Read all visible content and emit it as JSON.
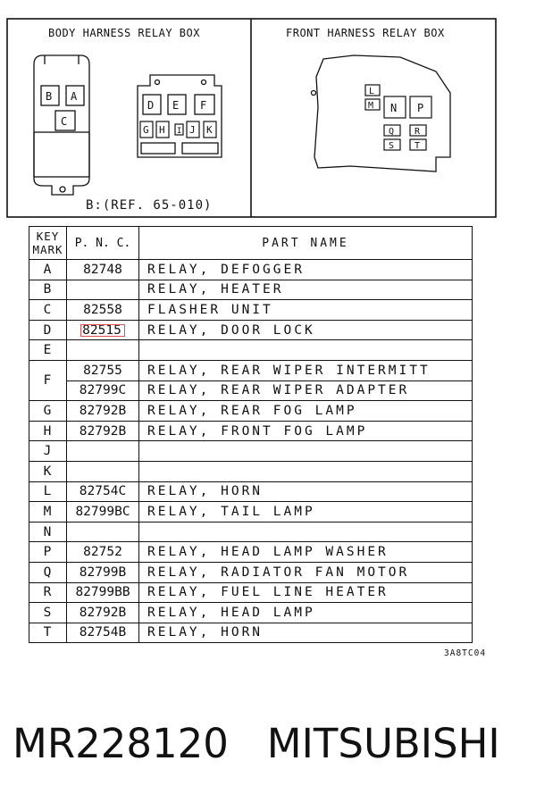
{
  "diagram": {
    "body_box_title": "BODY HARNESS RELAY BOX",
    "front_box_title": "FRONT HARNESS RELAY BOX",
    "reference": "B:(REF. 65-010)",
    "body_relay_labels": [
      "B",
      "A",
      "C"
    ],
    "body_relay_labels_upper": [
      "D",
      "E",
      "F"
    ],
    "body_relay_labels_lower": [
      "G",
      "H",
      "I",
      "J",
      "K"
    ],
    "front_relay_labels": [
      "L",
      "M",
      "N",
      "P",
      "Q",
      "R",
      "S",
      "T"
    ]
  },
  "table": {
    "header": {
      "key_line1": "KEY",
      "key_line2": "MARK",
      "pnc": "P. N. C.",
      "part_name": "PART NAME"
    },
    "rows": [
      {
        "key": "A",
        "pnc": "82748",
        "name": "RELAY, DEFOGGER"
      },
      {
        "key": "B",
        "pnc": "",
        "name": "RELAY, HEATER"
      },
      {
        "key": "C",
        "pnc": "82558",
        "name": "FLASHER UNIT"
      },
      {
        "key": "D",
        "pnc": "82515",
        "name": "RELAY, DOOR LOCK",
        "highlight": true
      },
      {
        "key": "E",
        "pnc": "",
        "name": ""
      },
      {
        "key": "F",
        "pnc": "82755",
        "name": "RELAY, REAR WIPER INTERMITT"
      },
      {
        "key": "",
        "pnc": "82799C",
        "name": "RELAY, REAR WIPER ADAPTER"
      },
      {
        "key": "G",
        "pnc": "82792B",
        "name": "RELAY, REAR FOG LAMP"
      },
      {
        "key": "H",
        "pnc": "82792B",
        "name": "RELAY, FRONT FOG LAMP"
      },
      {
        "key": "J",
        "pnc": "",
        "name": ""
      },
      {
        "key": "K",
        "pnc": "",
        "name": ""
      },
      {
        "key": "L",
        "pnc": "82754C",
        "name": "RELAY, HORN"
      },
      {
        "key": "M",
        "pnc": "82799BC",
        "name": "RELAY, TAIL LAMP"
      },
      {
        "key": "N",
        "pnc": "",
        "name": ""
      },
      {
        "key": "P",
        "pnc": "82752",
        "name": "RELAY, HEAD LAMP WASHER"
      },
      {
        "key": "Q",
        "pnc": "82799B",
        "name": "RELAY, RADIATOR FAN MOTOR"
      },
      {
        "key": "R",
        "pnc": "82799BB",
        "name": "RELAY, FUEL LINE HEATER"
      },
      {
        "key": "S",
        "pnc": "82792B",
        "name": "RELAY, HEAD LAMP"
      },
      {
        "key": "T",
        "pnc": "82754B",
        "name": "RELAY, HORN"
      }
    ],
    "highlight_color": "#e05050"
  },
  "figure_code": "3A8TC04",
  "footer": {
    "part_number": "MR228120",
    "brand": "MITSUBISHI"
  }
}
